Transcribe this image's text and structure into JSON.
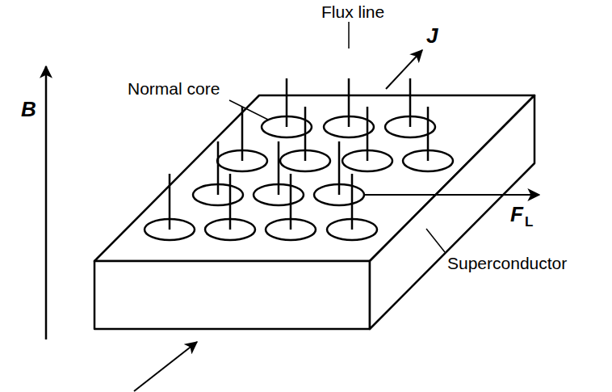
{
  "diagram": {
    "labels": [
      "Normal core",
      "Flux line",
      "B",
      "J",
      "F",
      "L",
      "Superconductor"
    ]
  }
}
